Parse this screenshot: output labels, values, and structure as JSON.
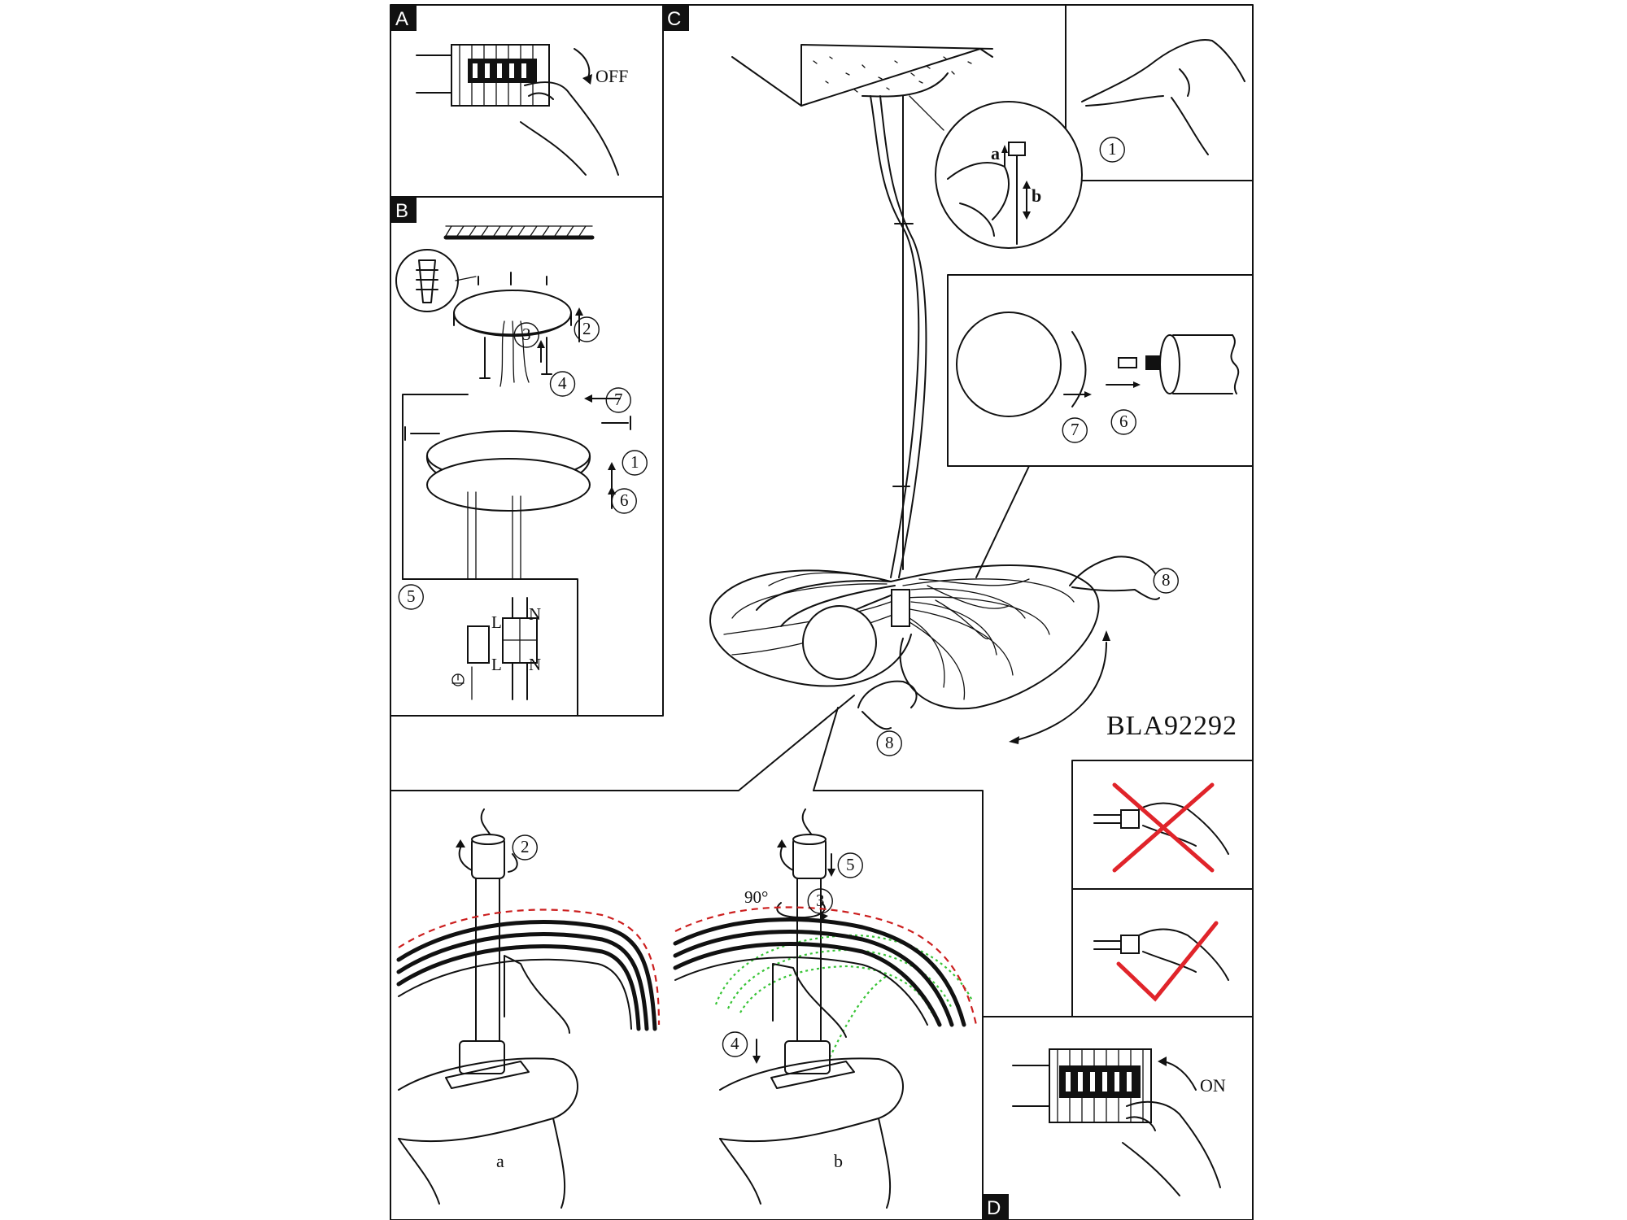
{
  "panels": {
    "a": {
      "tag": "A",
      "off_label": "OFF"
    },
    "b": {
      "tag": "B",
      "steps": [
        "2",
        "3",
        "4",
        "7",
        "1",
        "6",
        "5"
      ],
      "terminal": {
        "l": "L",
        "n": "N"
      }
    },
    "c": {
      "tag": "C",
      "cable_a": "a",
      "cable_b": "b",
      "step1": "1",
      "glass_steps": [
        "7",
        "6"
      ],
      "hand_step": "8",
      "model": "BLA92292"
    },
    "bottom": {
      "left_caption": "a",
      "right_caption": "b",
      "left_step": "2",
      "right_steps": [
        "5",
        "3",
        "4"
      ],
      "angle": "90°"
    },
    "d": {
      "tag": "D",
      "on_label": "ON"
    }
  },
  "colors": {
    "accent_wrong": "#e0242a",
    "dashed_outline": "#cc1f1f",
    "alt_position": "#39c437"
  },
  "icons": [
    "breaker-icon",
    "hand-icon",
    "dowel-icon",
    "screw-icon",
    "terminal-block-icon",
    "ground-icon",
    "cross-icon",
    "check-icon",
    "rotate-arrow-icon"
  ]
}
